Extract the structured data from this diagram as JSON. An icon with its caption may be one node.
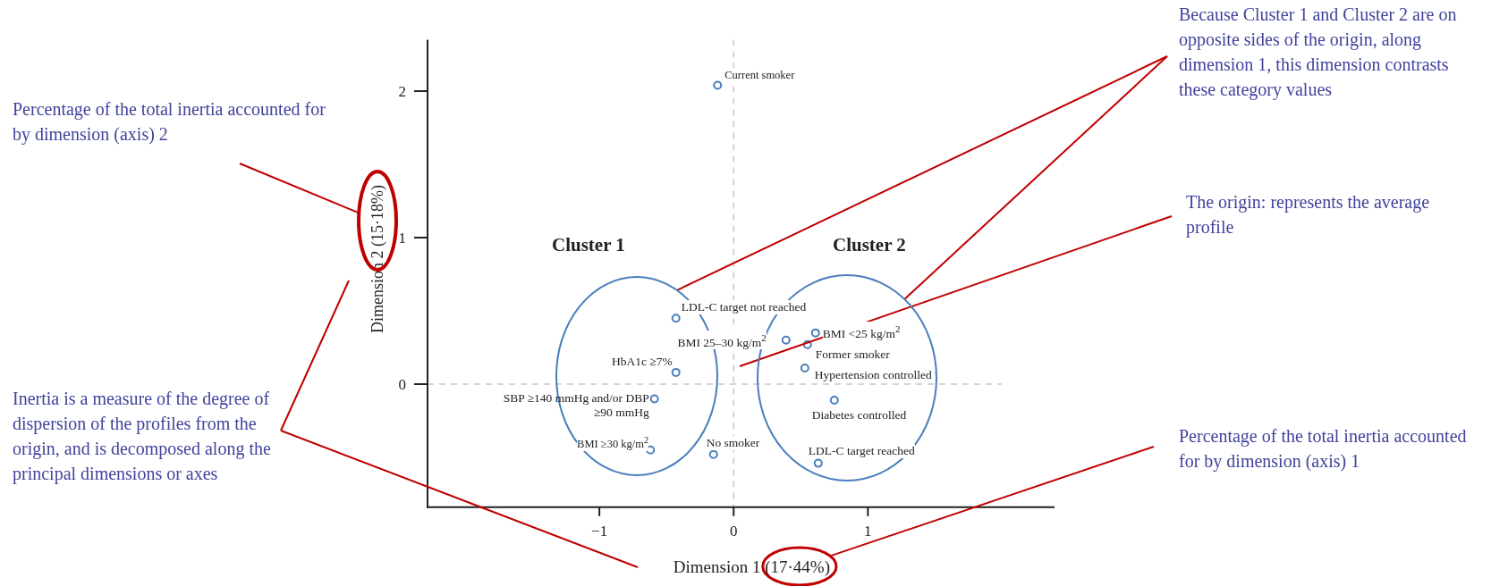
{
  "diagram": {
    "nodes": [
      {
        "text": [
          "Percentage of the total inertia accounted for by dimension (axis) 2"
        ]
      },
      {
        "text": [
          "Inertia is a measure of the degree of dispersion of the profiles from the origin, and is decomposed along the principal dimensions or axes"
        ]
      },
      {
        "text": [
          "Because Cluster 1 and Cluster 2 are on opposite sides of the origin, along dimension 1, this dimension contrasts these category values"
        ]
      },
      {
        "text": [
          "The origin: represents the average profile"
        ]
      },
      {
        "text": [
          "Percentage of the total inertia accounted for by dimension (axis) 1"
        ]
      },
      {
        "text": [
          "Cluster 1"
        ]
      },
      {
        "text": [
          "Cluster 2"
        ]
      },
      {
        "text": [],
        "shape": "ellipse"
      },
      {
        "text": [],
        "shape": "ellipse"
      }
    ],
    "edges": [
      {
        "from": 0,
        "to": 7,
        "arrow": "none"
      },
      {
        "from": 1,
        "to": null,
        "arrow": "none"
      },
      {
        "from": 1,
        "to": null,
        "arrow": "none"
      },
      {
        "from": 2,
        "to": 5,
        "arrow": "none"
      },
      {
        "from": 2,
        "to": 6,
        "arrow": "none"
      },
      {
        "from": 3,
        "to": null,
        "arrow": "none"
      },
      {
        "from": 4,
        "to": 8,
        "arrow": "none"
      }
    ],
    "chart_data": {
      "type": "scatter",
      "xlabel": "Dimension 1 (17·44%)",
      "ylabel": "Dimension 2 (15·18%)",
      "x": [
        -0.12,
        -0.43,
        0.39,
        -0.43,
        -0.59,
        -0.62,
        -0.15,
        0.61,
        0.55,
        0.53,
        0.75,
        0.63
      ],
      "series": [
        {
          "color": "#4a7ebb",
          "values": [
            2.04,
            0.45,
            0.3,
            0.08,
            -0.1,
            -0.45,
            -0.48,
            0.35,
            0.27,
            0.11,
            -0.11,
            -0.54
          ]
        }
      ],
      "xlim": [
        -2.28,
        2.39
      ],
      "ylim": [
        -0.84,
        2.35
      ],
      "xticks": [
        {
          "value": -1,
          "label": "−1"
        },
        0,
        1
      ],
      "yticks": [
        0,
        1,
        2
      ],
      "annotations": [
        {
          "text": "Current smoker",
          "x": -0.12,
          "y": 2.04
        },
        {
          "text": "LDL-C target not reached",
          "x": -0.43,
          "y": 0.45
        },
        {
          "text": "BMI 25–30 kg/m$^{2}$",
          "x": 0.39,
          "y": 0.3
        },
        {
          "text": "HbA1c ≥7%",
          "x": -0.43,
          "y": 0.08
        },
        {
          "text": "SBP ≥140 mmHg and/or DBP ≥90 mmHg",
          "x": -0.59,
          "y": -0.1
        },
        {
          "text": "BMI ≥30 kg/m$^{2}$",
          "x": -0.62,
          "y": -0.45
        },
        {
          "text": "No smoker",
          "x": -0.15,
          "y": -0.48
        },
        {
          "text": "BMI <25 kg/m$^{2}$",
          "x": 0.61,
          "y": 0.35
        },
        {
          "text": "Former smoker",
          "x": 0.55,
          "y": 0.27
        },
        {
          "text": "Hypertension controlled",
          "x": 0.53,
          "y": 0.11
        },
        {
          "text": "Diabetes controlled",
          "x": 0.75,
          "y": -0.11
        },
        {
          "text": "LDL-C target reached",
          "x": 0.63,
          "y": -0.54
        }
      ]
    }
  }
}
